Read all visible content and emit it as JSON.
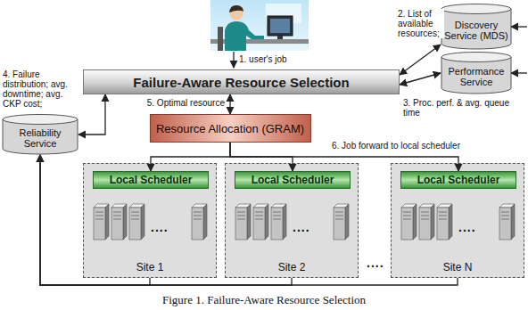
{
  "diagram": {
    "caption": "Figure 1. Failure-Aware Resource Selection",
    "nodes": [
      {
        "text": [
          "Discovery Service (MDS)"
        ]
      },
      {
        "text": [
          "Performance Service"
        ]
      },
      {
        "text": [
          "Failure-Aware Resource Selection"
        ]
      },
      {
        "text": [
          "Reliability Service"
        ]
      },
      {
        "text": [
          "Resource Allocation (GRAM)"
        ]
      },
      {
        "text": [
          "Site 1"
        ]
      },
      {
        "text": [
          "Local Scheduler"
        ],
        "in": 5
      },
      {
        "text": [
          "Site 2"
        ]
      },
      {
        "text": [
          "Local Scheduler"
        ],
        "in": 7
      },
      {
        "text": [
          "Site N"
        ]
      },
      {
        "text": [
          "Local Scheduler"
        ],
        "in": 9
      }
    ],
    "edges": [
      {
        "from": 2,
        "to": 0,
        "arrow": "both",
        "label": "2. List of available resources;"
      },
      {
        "from": 2,
        "to": 1,
        "arrow": "both",
        "label": "3. Proc. perf. & avg. queue time"
      },
      {
        "from": 3,
        "to": 2,
        "arrow": "both",
        "label": "4. Failure distribution; avg. downtime; avg. CKP cost;"
      },
      {
        "from": 2,
        "to": 4,
        "arrow": "both",
        "label": "5. Optimal resource"
      },
      {
        "from": 4,
        "to": 6,
        "arrow": "to"
      },
      {
        "from": 4,
        "to": 8,
        "arrow": "to"
      },
      {
        "from": 4,
        "to": 10,
        "arrow": "to",
        "label": "6. Job forward to local scheduler"
      },
      {
        "from": 5,
        "to": 3,
        "arrow": "to"
      },
      {
        "from": 7,
        "to": 3,
        "arrow": "to"
      },
      {
        "from": 9,
        "to": 3,
        "arrow": "to"
      }
    ],
    "labels": [
      "1. user's job",
      "....",
      "....",
      "....",
      "...."
    ]
  }
}
